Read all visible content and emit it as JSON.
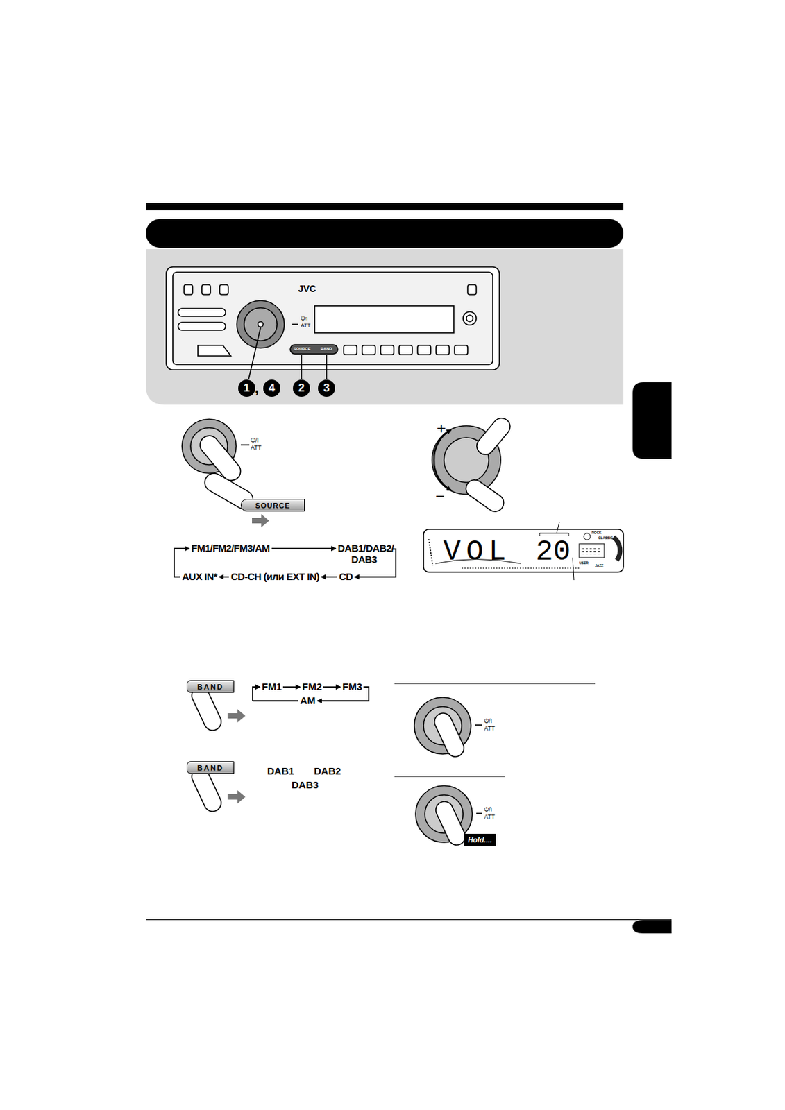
{
  "diagram": {
    "nodes": [
      {
        "text": [
          "SOURCE"
        ]
      },
      {
        "text": [
          "BAND"
        ]
      },
      {
        "text": [
          "BAND"
        ]
      },
      {
        "text": [
          "Hold...."
        ]
      }
    ],
    "labels": [
      "JVC",
      "⏻/I",
      "ATT",
      "SOURCE",
      "BAND",
      "1",
      ",",
      "4",
      "2",
      "3",
      "⏻/I",
      "ATT",
      "FM1/FM2/FM3/AM",
      "DAB1/DAB2/ DAB3",
      "AUX IN*",
      "CD-CH (или EXT IN)",
      "CD",
      "+",
      "−",
      "VOL",
      "20",
      "ROCK",
      "CLASSIC",
      "USER",
      "JAZZ",
      "FM1",
      "FM2",
      "FM3",
      "AM",
      "DAB1",
      "DAB2",
      "DAB3",
      "⏻/I",
      "ATT",
      "⏻/I",
      "ATT"
    ]
  }
}
